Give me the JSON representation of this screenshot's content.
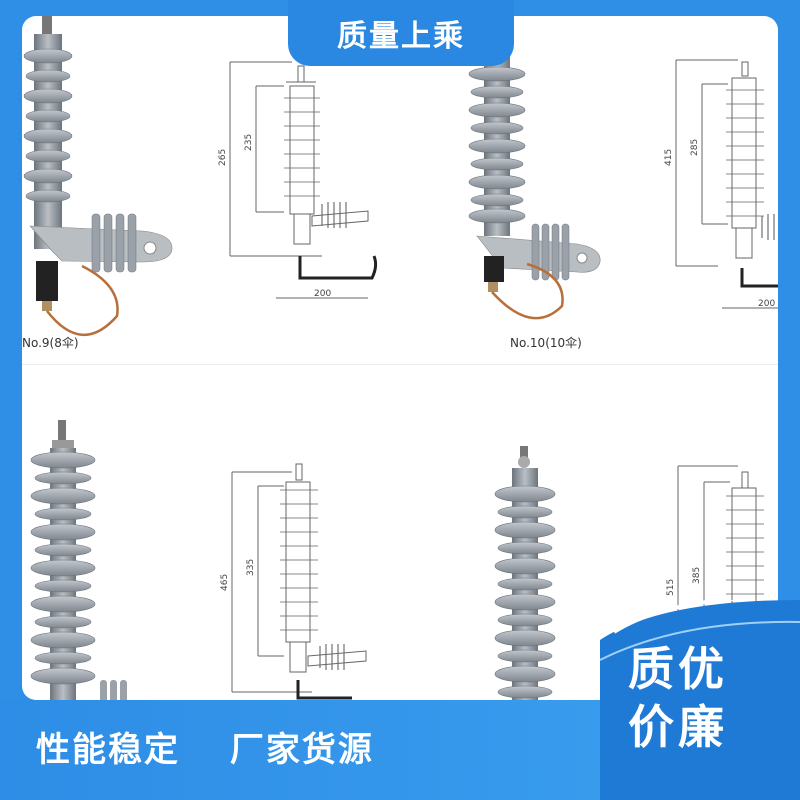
{
  "banner": {
    "top_title": "质量上乘"
  },
  "products": [
    {
      "caption": "No.9(8伞)",
      "dims": {
        "outer": "265",
        "inner": "235",
        "width": "200"
      }
    },
    {
      "caption": "No.10(10伞)",
      "dims": {
        "outer": "415",
        "inner": "285",
        "width": "200"
      }
    },
    {
      "dims": {
        "outer": "465",
        "inner": "335"
      }
    },
    {
      "dims": {
        "outer": "515",
        "inner": "385"
      }
    }
  ],
  "footer": {
    "slogans": [
      "性能稳定",
      "厂家货源"
    ],
    "corner_line1": "质优",
    "corner_line2": "价廉"
  },
  "colors": {
    "brand_blue": "#2f8fe6",
    "insulator_grey": "#8e959d",
    "wire_copper": "#b7703c"
  }
}
